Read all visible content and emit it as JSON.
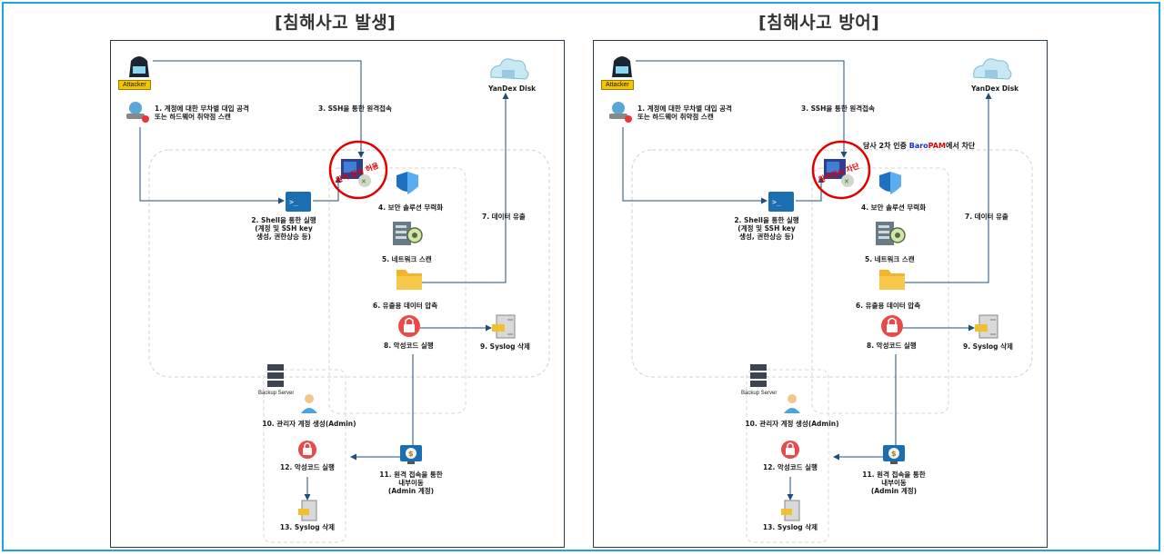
{
  "titles": {
    "left": "[침해사고 발생]",
    "right": "[침해사고 방어]"
  },
  "nodes": {
    "attacker": "Attacker",
    "step1": [
      "1. 계정에 대한 무차별 대입 공격",
      "또는 하드웨어 취약점 스캔"
    ],
    "step2": [
      "2. Shell을 통한 실행",
      "(계정 및 SSH key",
      "생성, 권한상승 등)"
    ],
    "step3": "3. SSH을 통한 원격접속",
    "step4": "4. 보안 솔루션 무력화",
    "step5": "5. 네트워크 스캔",
    "step6": "6. 유출용 데이터 압축",
    "step7": "7. 데이터 유출",
    "step8": "8. 악성코드 실행",
    "step9": "9. Syslog 삭제",
    "step10": "10. 관리자 계정 생성(Admin)",
    "step11": [
      "11. 원격 접속을 통한",
      "내부이동",
      "(Admin 계정)"
    ],
    "step12": "12. 악성코드 실행",
    "step13": "13. Syslog 삭제",
    "yandex": "YanDex Disk",
    "backup": "Backup Server"
  },
  "overlay": {
    "left_red": "원격 접속 허용",
    "right_red": "원격접속 차단"
  },
  "block_note": {
    "prefix": "당사 2차 인증 ",
    "brand_a": "Baro",
    "brand_b": "PAM",
    "suffix": "에서 차단"
  },
  "colors": {
    "frame": "#1fa3dc",
    "arrow": "#1f4e79",
    "red": "#e00000",
    "brand_blue": "#1a2bd8"
  }
}
